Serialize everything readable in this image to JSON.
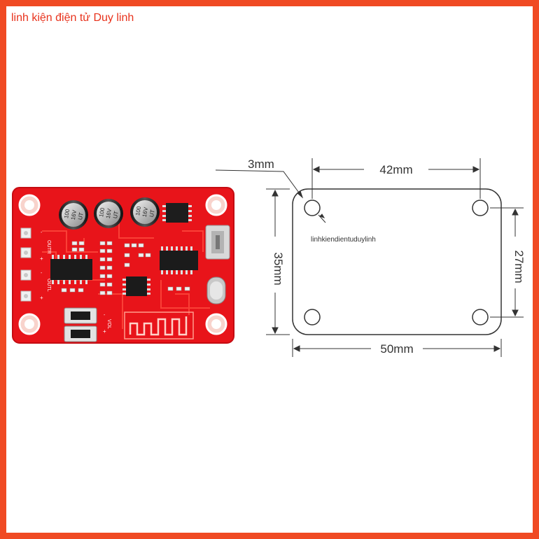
{
  "shop": {
    "title": "linh kiện điện tử Duy linh"
  },
  "watermark": "linhkiendientuduylinh",
  "board": {
    "color": "#e8141a",
    "labels": {
      "outr": "OUTR",
      "outl": "OUTL",
      "vol": "VOL",
      "plus": "+",
      "minus": "-"
    },
    "capacitors": [
      {
        "value": "100",
        "voltage": "16V",
        "series": "UT"
      },
      {
        "value": "100",
        "voltage": "16V",
        "series": "UT"
      },
      {
        "value": "100",
        "voltage": "16V",
        "series": "UT"
      }
    ]
  },
  "dimensions": {
    "hole": "3mm",
    "hole_spacing_x": "42mm",
    "hole_spacing_y": "27mm",
    "height": "35mm",
    "width": "50mm"
  },
  "colors": {
    "frame": "#f04a23",
    "title": "#e8321c",
    "pcb": "#e8141a"
  }
}
